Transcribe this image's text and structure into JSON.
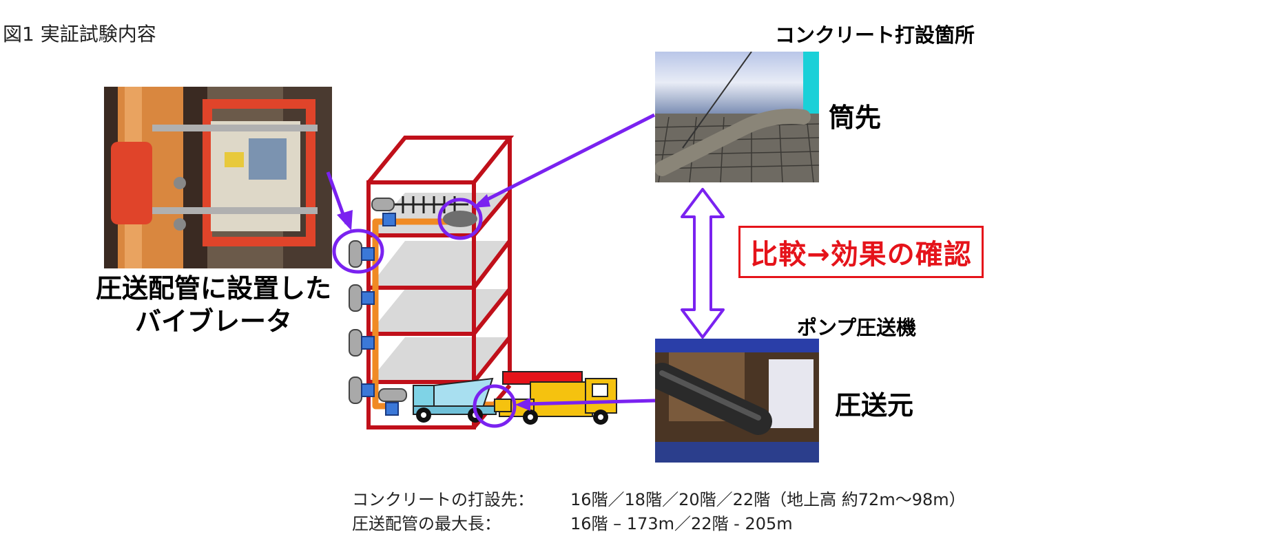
{
  "figure_title": "図1 実証試験内容",
  "labels": {
    "tip_site": "コンクリート打設箇所",
    "tip": "筒先",
    "pump": "ポンプ圧送機",
    "source": "圧送元",
    "vibrator_line1": "圧送配管に設置した",
    "vibrator_line2": "バイブレータ",
    "compare": "比較→効果の確認"
  },
  "info": [
    {
      "label": "コンクリートの打設先：",
      "value": "16階／18階／20階／22階（地上高 約72m〜98m）"
    },
    {
      "label": "圧送配管の最大長：",
      "value": "16階 – 173m／22階 - 205m"
    }
  ],
  "colors": {
    "building": "#c0101a",
    "pipe": "#f08a24",
    "arrow": "#7a22f0",
    "vibrator": "#3b78d8",
    "compare": "#e5131a"
  },
  "icons": [
    "vibrator-photo",
    "concrete-tip-photo",
    "pump-source-photo",
    "building-diagram",
    "pump-truck-icon",
    "mixer-truck-icon",
    "double-arrow-icon"
  ]
}
